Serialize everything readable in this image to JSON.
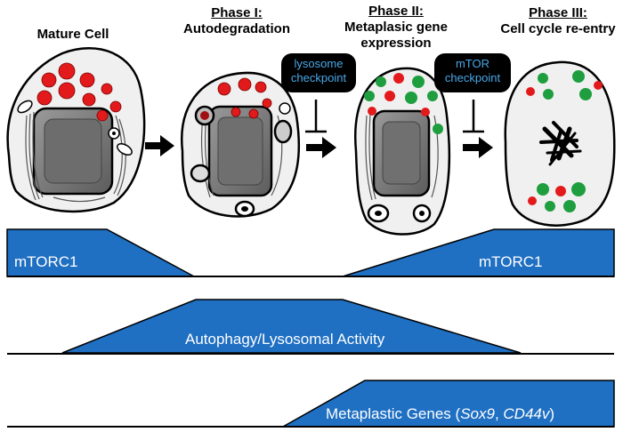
{
  "phases": [
    {
      "title": "Mature Cell",
      "subtitle": ""
    },
    {
      "title": "Phase I:",
      "subtitle": "Autodegradation"
    },
    {
      "title": "Phase II:",
      "subtitle1": "Metaplasic gene",
      "subtitle2": "expression"
    },
    {
      "title": "Phase III:",
      "subtitle": "Cell cycle re-entry"
    }
  ],
  "checkpoints": [
    {
      "line1": "lysosome",
      "line2": "checkpoint"
    },
    {
      "line1": "mTOR",
      "line2": "checkpoint"
    }
  ],
  "bands": {
    "mtorc1_left": "mTORC1",
    "mtorc1_right": "mTORC1",
    "autophagy": "Autophagy/Lysosomal Activity",
    "metaplastic_prefix": "Metaplastic Genes (",
    "metaplastic_gene1": "Sox9",
    "metaplastic_sep": ", ",
    "metaplastic_gene2": "CD44v",
    "metaplastic_suffix": ")"
  },
  "colors": {
    "band_fill": "#1f6fc2",
    "granule_red": "#e31a1c",
    "granule_green": "#1e9e3e",
    "checkpoint_text": "#4aa8e8",
    "cytoplasm": "#f0f0f0",
    "nucleus": "#7a7a7a"
  },
  "icons": [
    "arrow-right-icon",
    "inhibition-t-icon",
    "chromosome-icon",
    "mitochondria-icon",
    "autophagosome-icon"
  ]
}
